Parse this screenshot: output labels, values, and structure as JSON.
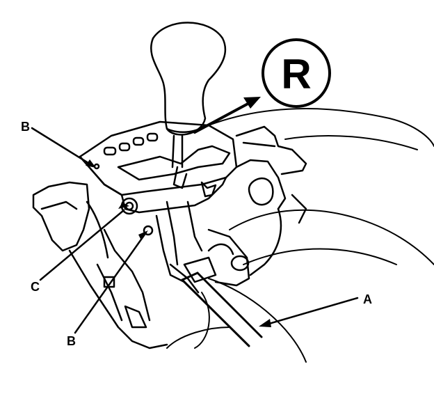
{
  "figure": {
    "callout_letter": "R",
    "labels": {
      "b_top": "B",
      "c": "C",
      "b_bottom": "B",
      "a": "A"
    }
  }
}
